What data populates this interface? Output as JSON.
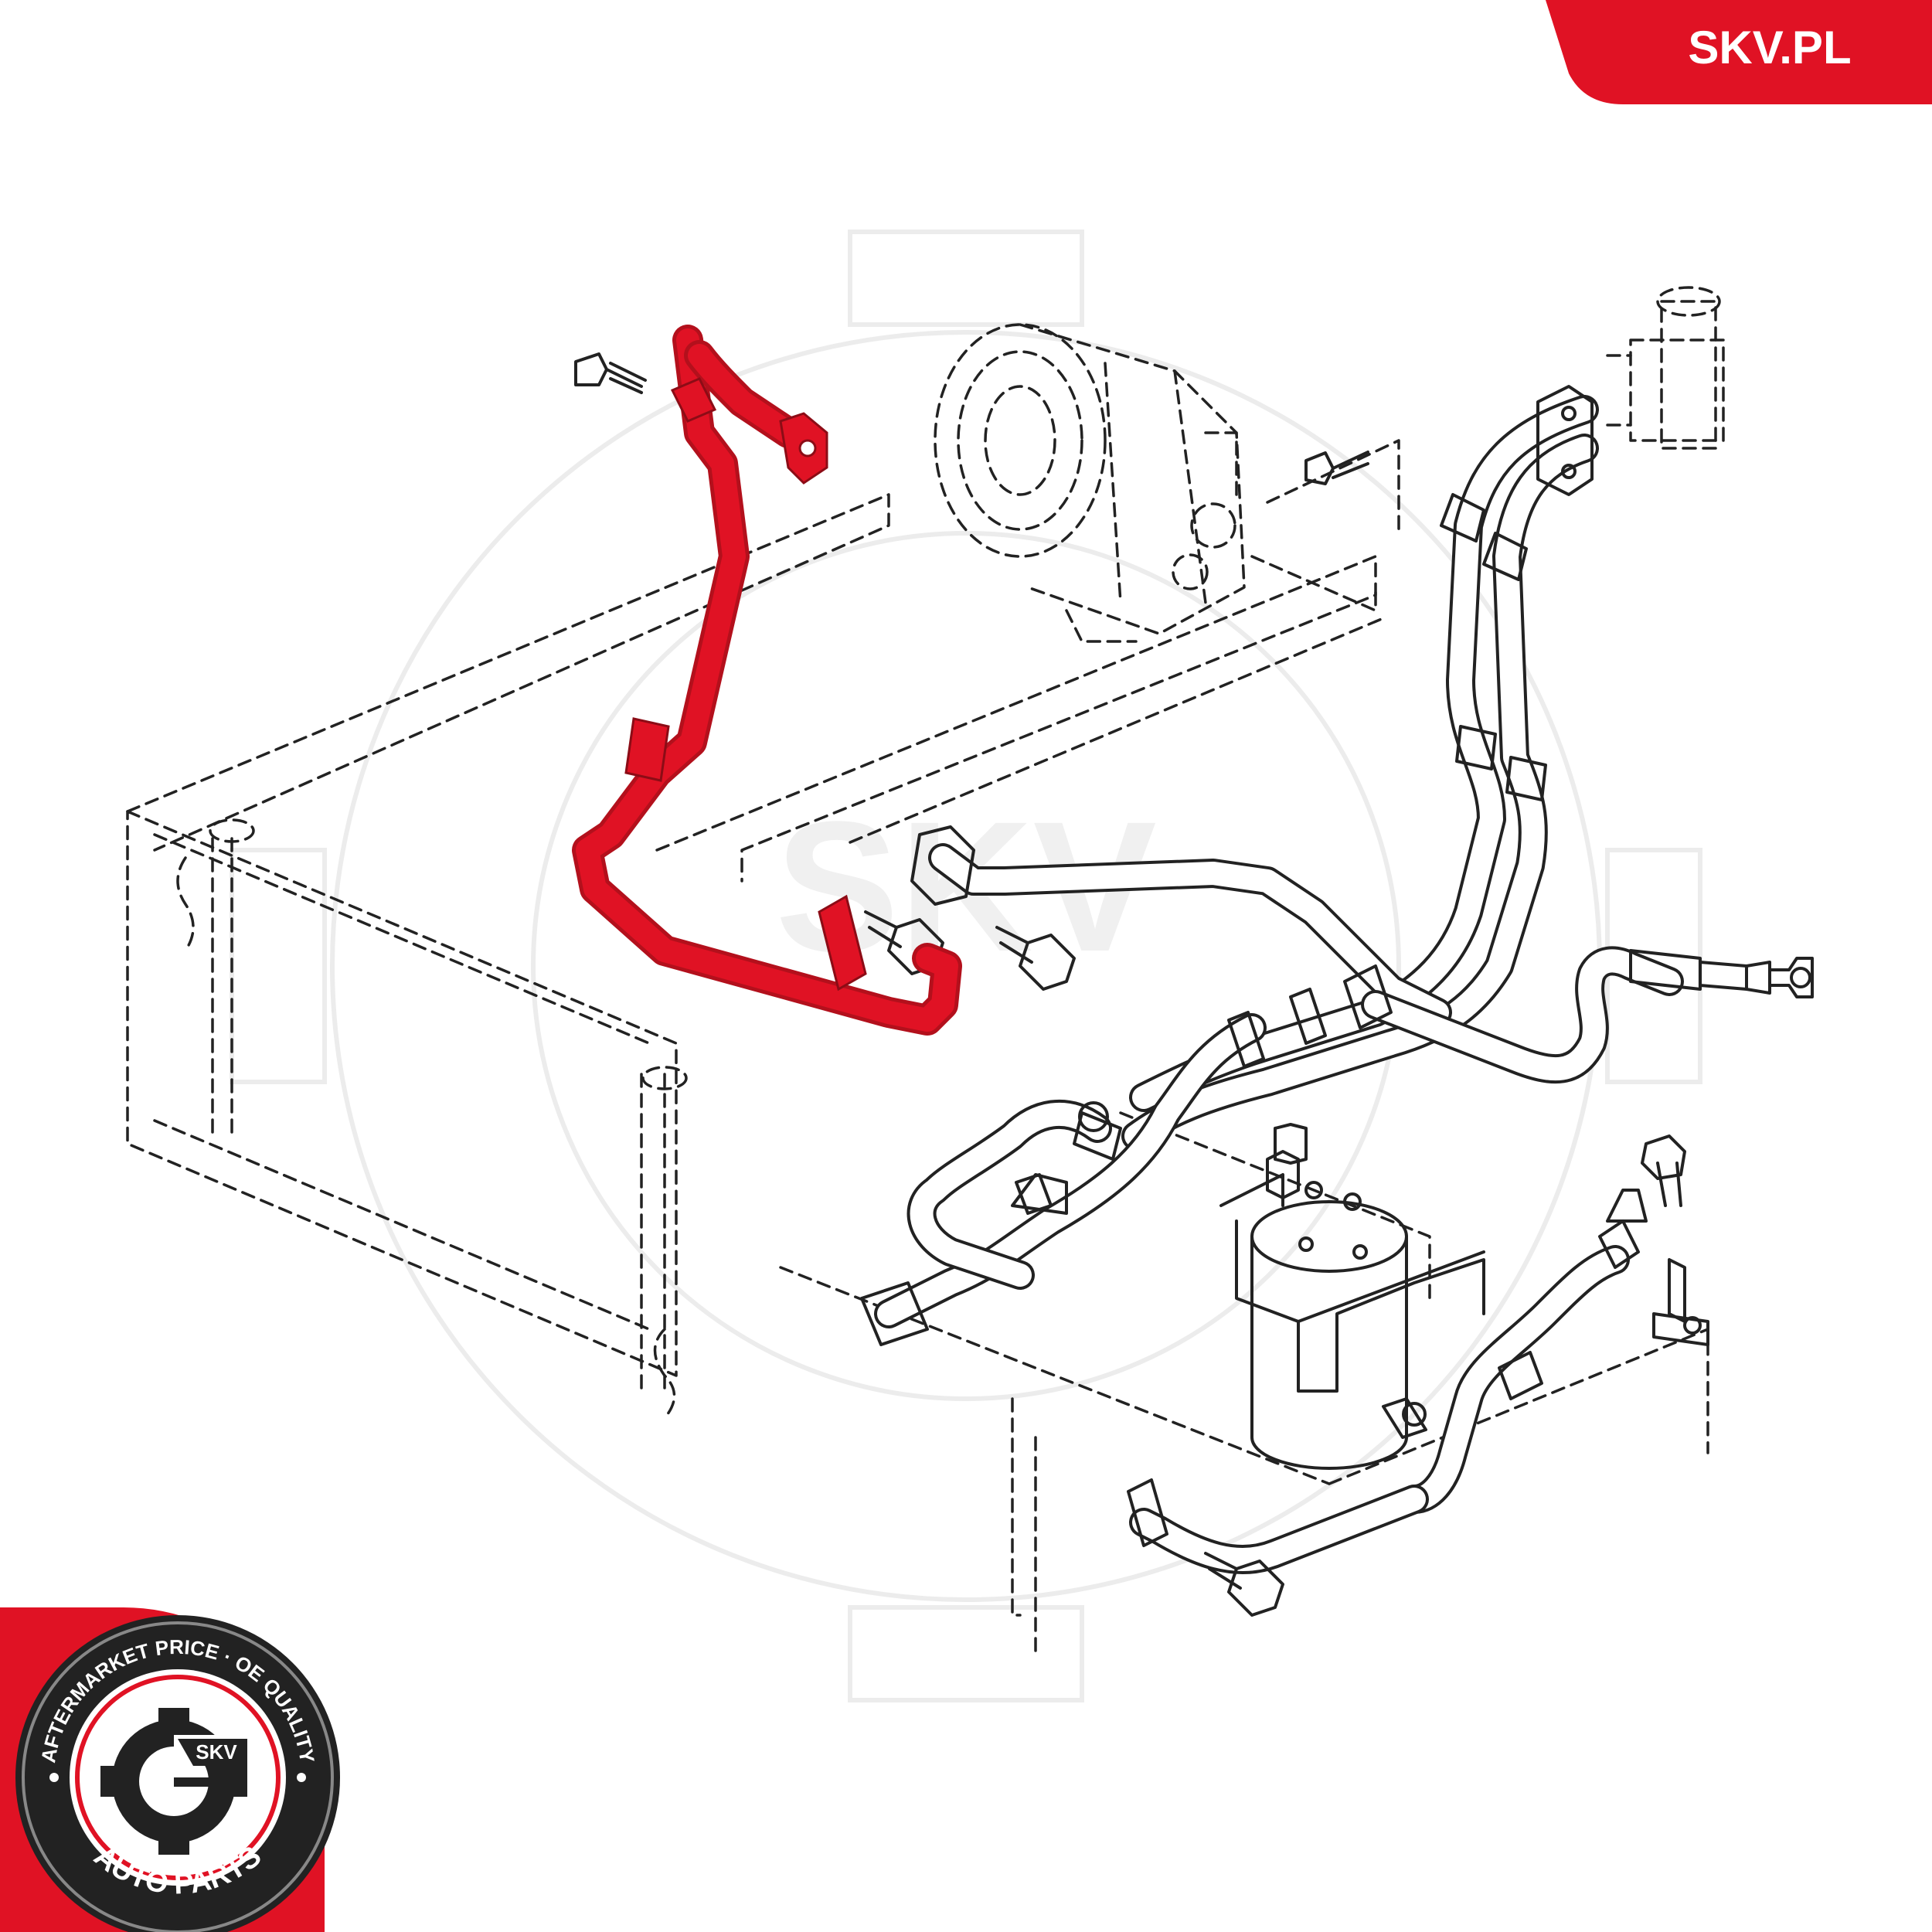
{
  "brand": {
    "site_label": "SKV.PL",
    "logo_brand": "SKV",
    "seal_top_text": "AFTERMARKET PRICE · OE QUALITY",
    "seal_bottom_text": "AUTO PARTS",
    "accent_color": "#e01224",
    "watermark_text": "SKV"
  },
  "diagram": {
    "highlighted_part": "air-conditioning-hose",
    "highlight_color": "#e01224",
    "line_color": "#222222",
    "icons": [
      "gear-icon",
      "bolt-icon",
      "compressor",
      "dryer",
      "condenser"
    ]
  }
}
